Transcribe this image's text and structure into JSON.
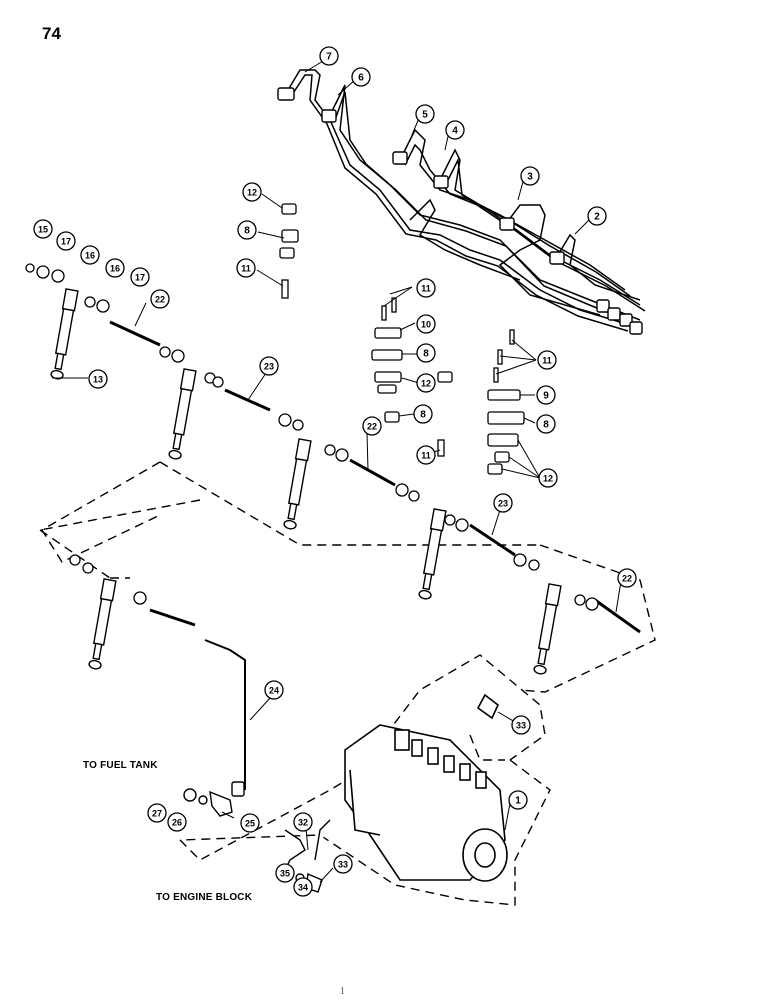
{
  "page": {
    "number": "74"
  },
  "labels": {
    "to_fuel_tank": "TO FUEL TANK",
    "to_engine_block": "TO ENGINE BLOCK"
  },
  "callouts": [
    "7",
    "6",
    "5",
    "4",
    "3",
    "2",
    "12",
    "8",
    "11",
    "15",
    "17",
    "16",
    "16",
    "17",
    "22",
    "11",
    "10",
    "8",
    "12",
    "13",
    "23",
    "11",
    "9",
    "8",
    "8",
    "11",
    "12",
    "22",
    "23",
    "22",
    "24",
    "33",
    "27",
    "26",
    "25",
    "1",
    "32",
    "33",
    "35",
    "34"
  ],
  "footer": {
    "mark": "1"
  }
}
